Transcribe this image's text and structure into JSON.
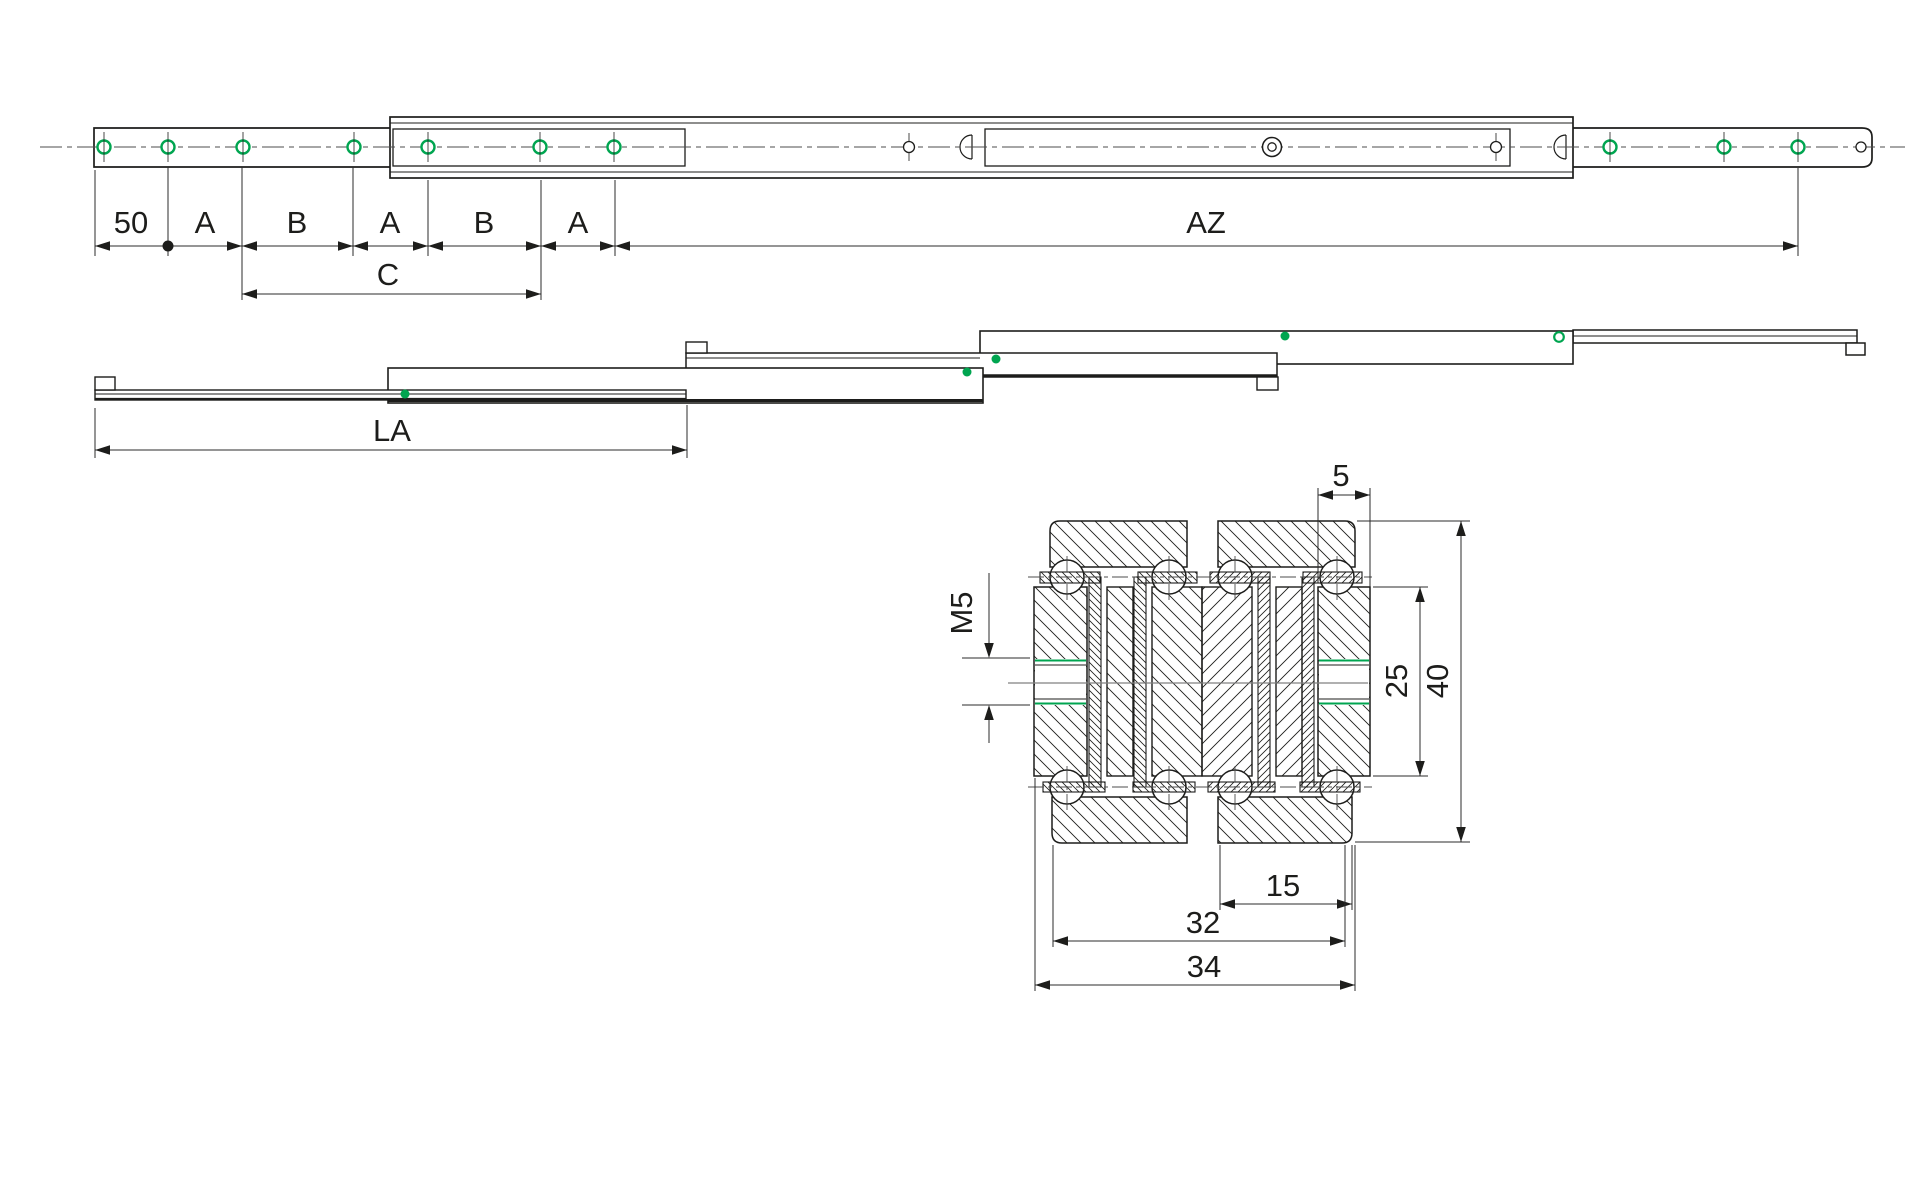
{
  "page": {
    "background": "#ffffff"
  },
  "colors": {
    "line": "#1d1d1b",
    "dimension_line": "#2b2b2b",
    "accent_green": "#00a550",
    "centerline_gray": "#808080"
  },
  "dimension_labels": {
    "offset_50": "50",
    "pitch_a": "A",
    "pitch_b": "B",
    "span_c": "C",
    "span_az": "AZ",
    "extension_la": "LA",
    "thread_m5": "M5",
    "width_5": "5",
    "height_25": "25",
    "height_40": "40",
    "width_15": "15",
    "width_32": "32",
    "width_34": "34"
  }
}
